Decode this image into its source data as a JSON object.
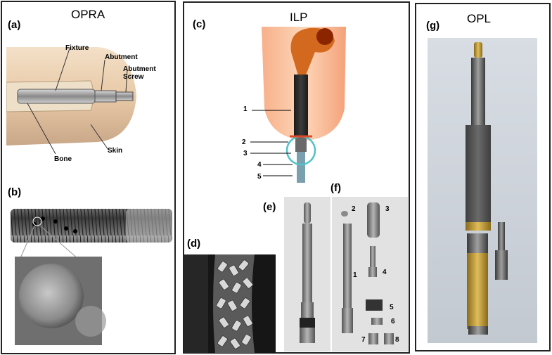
{
  "panels": {
    "opra": {
      "title": "OPRA",
      "label_a": "(a)",
      "label_b": "(b)",
      "callouts": {
        "fixture": "Fixture",
        "abutment": "Abutment",
        "abutment_screw": "Abutment Screw",
        "skin": "Skin",
        "bone": "Bone"
      }
    },
    "ilp": {
      "title": "ILP",
      "label_c": "(c)",
      "label_d": "(d)",
      "label_e": "(e)",
      "label_f": "(f)",
      "c_numbers": [
        "1",
        "2",
        "3",
        "4",
        "5"
      ],
      "f_numbers": [
        "2",
        "3",
        "1",
        "4",
        "5",
        "6",
        "7",
        "8"
      ]
    },
    "opl": {
      "title": "OPL",
      "label_g": "(g)"
    }
  }
}
